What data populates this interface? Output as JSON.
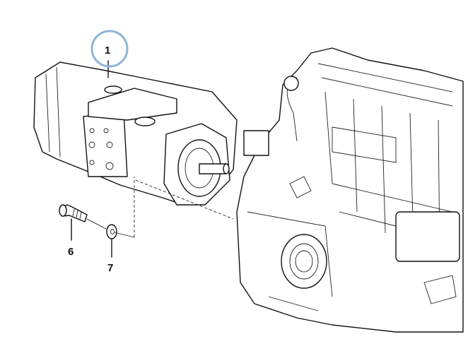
{
  "diagram": {
    "callouts": [
      {
        "id": "1",
        "text": "1",
        "highlighted": true
      },
      {
        "id": "6",
        "text": "6",
        "highlighted": false
      },
      {
        "id": "7",
        "text": "7",
        "highlighted": false
      }
    ],
    "highlight_color": "#8fb3d9"
  }
}
